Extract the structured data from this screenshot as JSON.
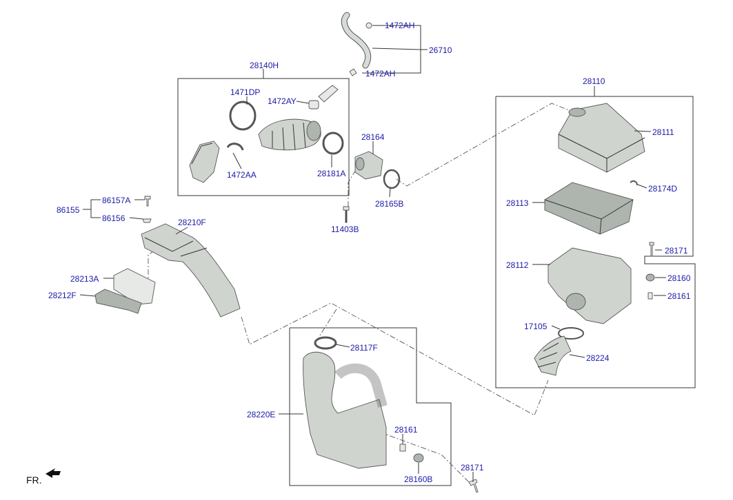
{
  "diagram": {
    "labels": {
      "p1472AH_top": "1472AH",
      "p26710": "26710",
      "p1472AH_mid": "1472AH",
      "p28140H": "28140H",
      "p1471DP": "1471DP",
      "p1472AY": "1472AY",
      "p1472AA": "1472AA",
      "p28181A": "28181A",
      "p28164": "28164",
      "p28165B": "28165B",
      "p11403B": "11403B",
      "p28110": "28110",
      "p28111": "28111",
      "p28174D": "28174D",
      "p28113": "28113",
      "p28171_r": "28171",
      "p28112": "28112",
      "p28160": "28160",
      "p28161_r": "28161",
      "p17105": "17105",
      "p28224": "28224",
      "p86157A": "86157A",
      "p86155": "86155",
      "p86156": "86156",
      "p28210F": "28210F",
      "p28213A": "28213A",
      "p28212F": "28212F",
      "p28117F": "28117F",
      "p28220E": "28220E",
      "p28161_b": "28161",
      "p28160B": "28160B",
      "p28171_b": "28171",
      "fr": "FR."
    }
  }
}
